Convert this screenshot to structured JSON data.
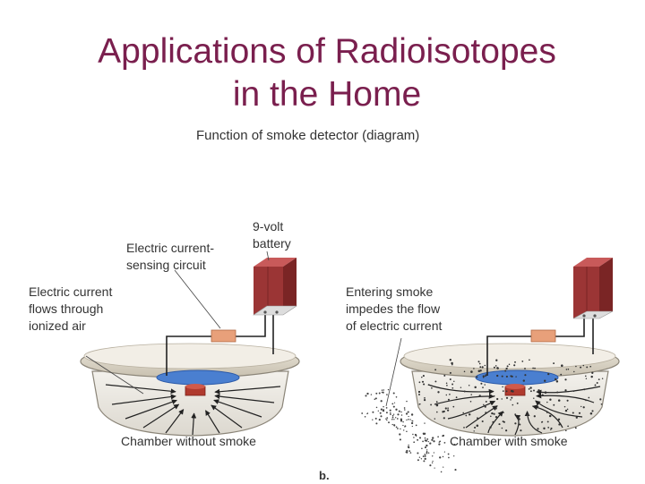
{
  "slide": {
    "title_line1": "Applications of Radioisotopes",
    "title_line2": "in the Home"
  },
  "diagram": {
    "caption": "Function of smoke detector (diagram)",
    "left_panel": {
      "battery_label": [
        "9-volt",
        "battery"
      ],
      "circuit_label": [
        "Electric current-",
        "sensing circuit"
      ],
      "flow_label": [
        "Electric current",
        "flows through",
        "ionized air"
      ],
      "chamber_label": "Chamber without smoke"
    },
    "right_panel": {
      "smoke_label": [
        "Entering smoke",
        "impedes the flow",
        "of electric current"
      ],
      "chamber_label": "Chamber with smoke"
    },
    "panel_letter": "b.",
    "colors": {
      "title": "#7a1f4e",
      "battery": "#9b3535",
      "circuit_box": "#e8a07a",
      "plate": "#4a7fd0",
      "source": "#b03a2e"
    }
  }
}
